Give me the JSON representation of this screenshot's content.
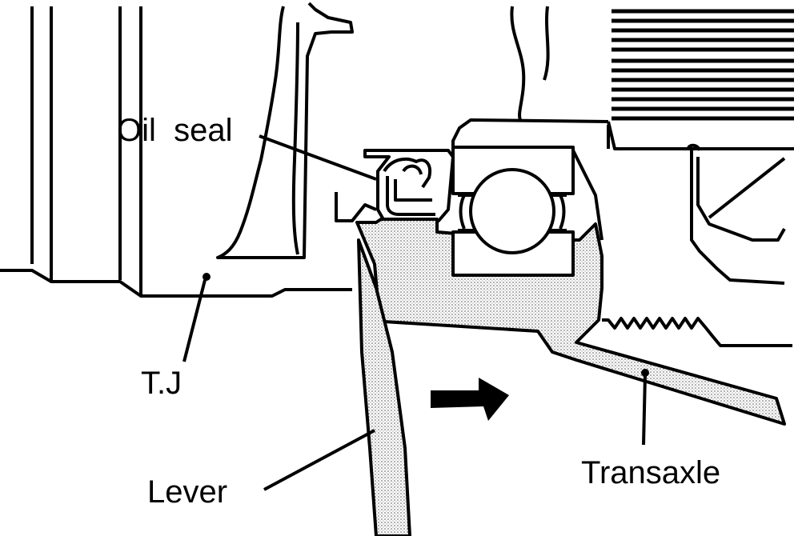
{
  "labels": {
    "oil_seal": "Oil  seal",
    "tj": "T.J",
    "lever": "Lever",
    "transaxle": "Transaxle"
  },
  "colors": {
    "ink": "#000000",
    "paper": "#ffffff",
    "stipple": "#bdbdbd"
  }
}
